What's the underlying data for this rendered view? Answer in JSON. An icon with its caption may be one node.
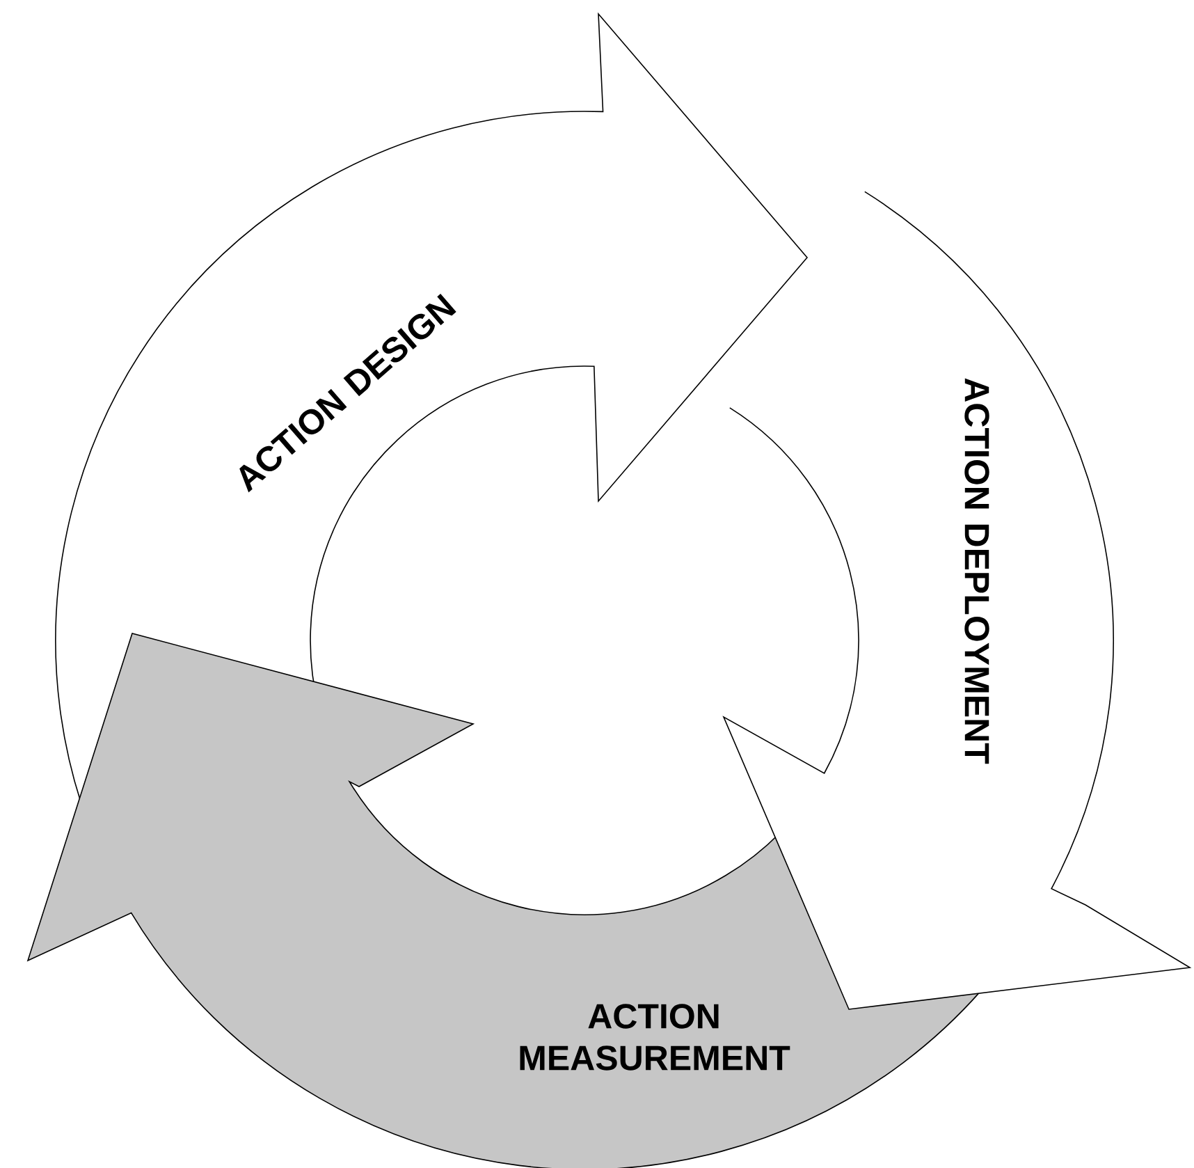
{
  "diagram": {
    "nodes": [
      {
        "text": [
          "ACTION DESIGN"
        ]
      },
      {
        "text": [
          "ACTION DEPLOYMENT"
        ]
      },
      {
        "text": [
          "ACTION MEASUREMENT"
        ]
      }
    ]
  }
}
